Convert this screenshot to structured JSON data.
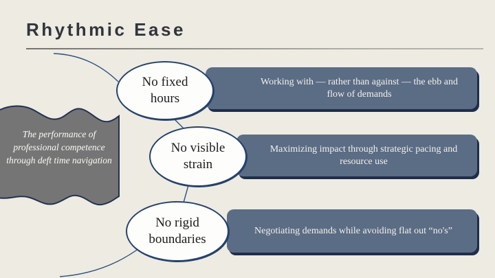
{
  "slide": {
    "title": "Rhythmic Ease",
    "flag": {
      "text": "The performance of professional competence through deft time navigation"
    },
    "items": [
      {
        "label": "No fixed hours",
        "description": "Working with — rather than against — the ebb and flow of demands"
      },
      {
        "label": "No visible strain",
        "description": "Maximizing impact through strategic pacing and resource use"
      },
      {
        "label": "No rigid boundaries",
        "description": "Negotiating demands while avoiding flat out “no's”"
      }
    ],
    "colors": {
      "background": "#edebe2",
      "title_text": "#32353b",
      "box_fill": "#5b6c85",
      "box_shadow": "#1e2e4c",
      "box_text": "#f2f1ea",
      "ellipse_fill": "#fdfdfb",
      "ellipse_border": "#27426b",
      "flag_fill": "#757575",
      "flag_border": "#233050",
      "flag_text": "#fbfaf6",
      "connector_line": "#31517c"
    }
  }
}
